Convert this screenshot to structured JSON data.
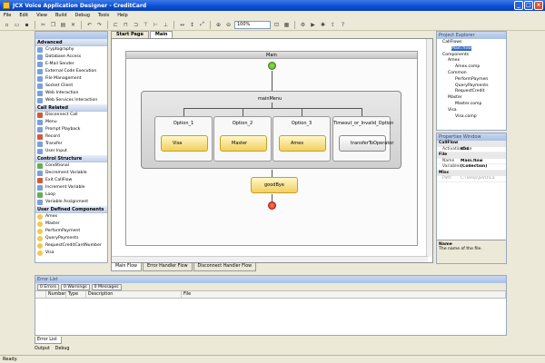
{
  "window": {
    "title": "JCX Voice Application Designer - CreditCard"
  },
  "menu": [
    "File",
    "Edit",
    "View",
    "Build",
    "Debug",
    "Tools",
    "Help"
  ],
  "toolbar": {
    "zoom": "100%"
  },
  "toolbox": {
    "categories": [
      {
        "name": "Advanced",
        "items": [
          "Cryptography",
          "Database Access",
          "E-Mail Sender",
          "External Code Execution",
          "File Management",
          "Socket Client",
          "Web Interaction",
          "Web Services Interaction"
        ]
      },
      {
        "name": "Call Related",
        "items": [
          "Disconnect Call",
          "Menu",
          "Prompt Playback",
          "Record",
          "Transfer",
          "User Input"
        ]
      },
      {
        "name": "Control Structure",
        "items": [
          "Conditional",
          "Decrement Variable",
          "Exit CallFlow",
          "Increment Variable",
          "Loop",
          "Variable Assignment"
        ]
      },
      {
        "name": "User Defined Components",
        "items": [
          "Amex",
          "Master",
          "PerformPayment",
          "QueryPayments",
          "RequestCreditCardNumber",
          "Visa"
        ]
      }
    ]
  },
  "doc_tabs": [
    "Start Page",
    "Main"
  ],
  "canvas": {
    "frame_title": "Main",
    "menu_label": "mainMenu",
    "options": [
      {
        "name": "Option_1",
        "component": "Visa"
      },
      {
        "name": "Option_2",
        "component": "Master"
      },
      {
        "name": "Option_3",
        "component": "Amex"
      },
      {
        "name": "Timeout_or_Invalid_Option",
        "component": "transferToOperator"
      }
    ],
    "goodbye": "goodBye"
  },
  "bottom_tabs": [
    "Main Flow",
    "Error Handler Flow",
    "Disconnect Handler Flow"
  ],
  "project_explorer": {
    "title": "Project Explorer",
    "tree": [
      "CallFlows",
      "Main.flow",
      "Components",
      "Amex",
      "Amex.comp",
      "Common",
      "PerformPaymen",
      "QueryPayments",
      "RequestCredit",
      "Master",
      "Master.comp",
      "Visa",
      "Visa.comp"
    ]
  },
  "properties": {
    "title": "Properties Window",
    "rows": [
      {
        "cat": "CallFlow"
      },
      {
        "k": "ActivationExte",
        "v": "851"
      },
      {
        "cat": "File"
      },
      {
        "k": "Name",
        "v": "Main.flow"
      },
      {
        "k": "Variables",
        "v": "(Collection)"
      },
      {
        "cat": "Misc"
      },
      {
        "k": "Path",
        "v": "C:\\Temp\\JxVO\\Ca"
      }
    ],
    "desc_title": "Name",
    "desc_text": "The name of the file."
  },
  "error_list": {
    "title": "Error List",
    "filters": [
      "0 Errors",
      "0 Warnings",
      "0 Messages"
    ],
    "columns": [
      "Number",
      "Type",
      "Description",
      "File"
    ],
    "tab": "Error List"
  },
  "bottom_nav": [
    "Output",
    "Debug"
  ],
  "status": "Ready."
}
